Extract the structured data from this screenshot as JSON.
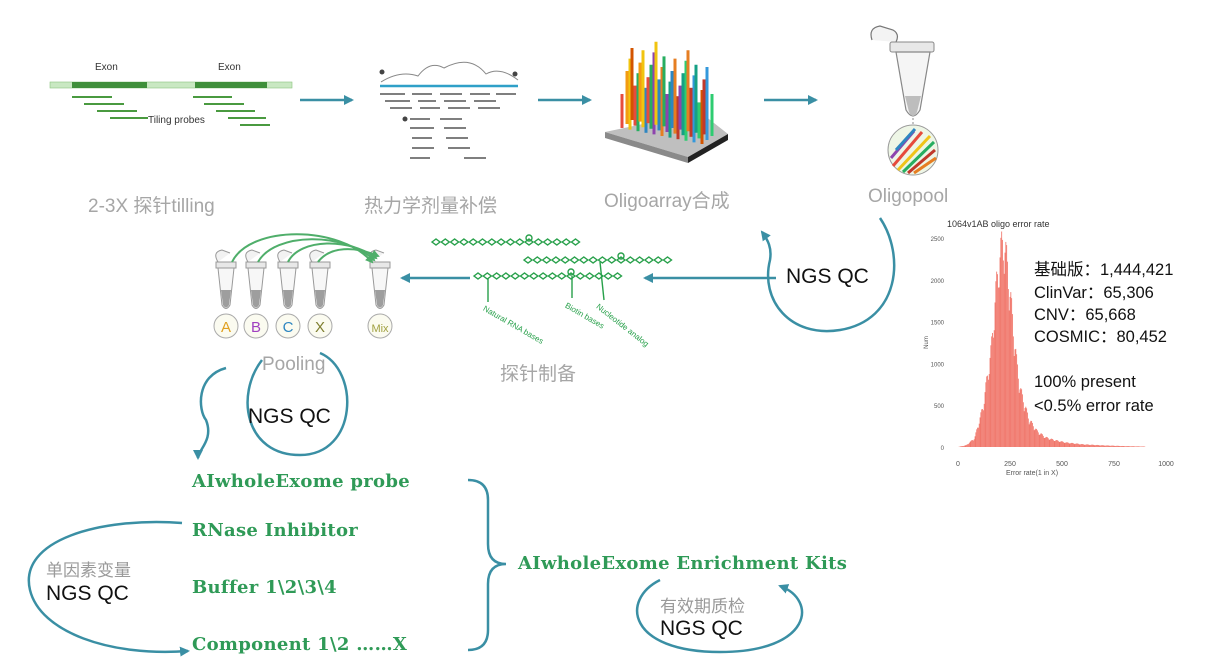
{
  "workflow": {
    "step1": {
      "label": "2-3X 探针tilling",
      "exon1": "Exon",
      "exon2": "Exon",
      "tiling": "Tiling probes"
    },
    "step2": {
      "label": "热力学剂量补偿"
    },
    "step3": {
      "label": "Oligoarray合成"
    },
    "step4": {
      "label": "Oligopool"
    },
    "qc1": "NGS QC",
    "step5": {
      "label": "探针制备",
      "ann1": "Natural RNA bases",
      "ann2": "Biotin bases",
      "ann3": "Nucleotide analog"
    },
    "step6": {
      "label": "Pooling",
      "tubes": [
        "A",
        "B",
        "C",
        "X"
      ],
      "mix": "Mix"
    },
    "qc2": "NGS QC"
  },
  "kit": {
    "components": [
      "AIwholeExome probe",
      "RNase Inhibitor",
      "Buffer 1\\2\\3\\4",
      "Component 1\\2 ……X"
    ],
    "name": "AIwholeExome Enrichment Kits",
    "single_factor_label": "单因素变量",
    "single_factor_qc": "NGS QC",
    "shelf_life_label": "有效期质检",
    "shelf_life_qc": "NGS QC"
  },
  "histogram": {
    "title": "1064v1AB oligo error rate",
    "stats": [
      "基础版：1,444,421",
      "ClinVar：65,306",
      "CNV：65,668",
      "COSMIC：80,452"
    ],
    "notes": [
      "100% present",
      "<0.5% error rate"
    ]
  },
  "chart_data": {
    "type": "bar",
    "title": "1064v1AB oligo error rate",
    "xlabel": "Error rate(1 in X)",
    "ylabel": "Num",
    "xlim": [
      0,
      1000
    ],
    "ylim": [
      0,
      2500
    ],
    "xticks": [
      "0",
      "250",
      "500",
      "750",
      "1000"
    ],
    "yticks": [
      "0",
      "500",
      "1000",
      "1500",
      "2000",
      "2500"
    ],
    "bar_color": "#f07468",
    "x": [
      0,
      40,
      80,
      120,
      160,
      180,
      200,
      220,
      240,
      260,
      280,
      300,
      340,
      380,
      420,
      460,
      520,
      600,
      700,
      800,
      900
    ],
    "values": [
      0,
      20,
      100,
      450,
      1100,
      1700,
      2150,
      2350,
      2000,
      1500,
      1000,
      650,
      320,
      180,
      110,
      80,
      50,
      30,
      18,
      10,
      5
    ]
  },
  "colors": {
    "arrow": "#3a8fa4",
    "kit_text": "#2f9a57",
    "probe_green": "#27a04a"
  }
}
